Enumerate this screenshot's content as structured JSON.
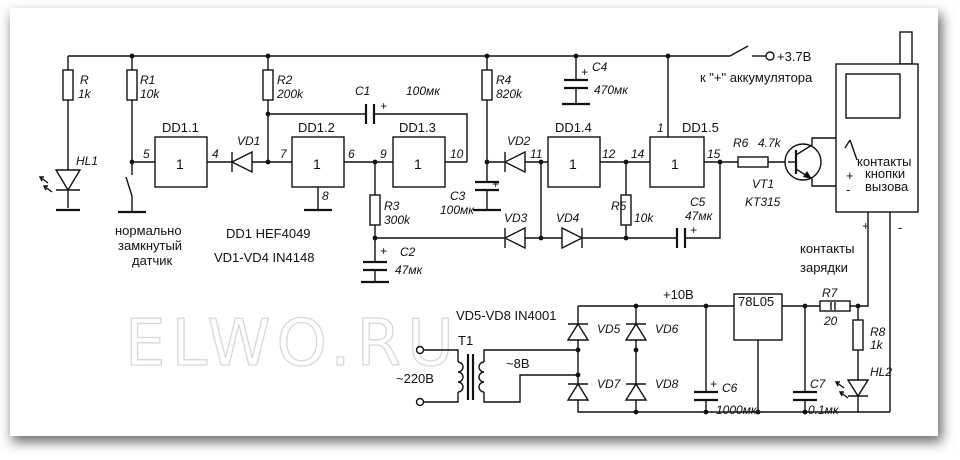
{
  "watermark": "ELWO.RU",
  "supply": {
    "voltage": "+3.7B",
    "battery_note": "к \"+\" аккумулятора"
  },
  "chips": {
    "dd1": "DD1 HEF4049",
    "diodes": "VD1-VD4 IN4148"
  },
  "sensor": {
    "line1": "нормально",
    "line2": "замкнутый",
    "line3": "датчик"
  },
  "gates": [
    {
      "id": "DD1.1",
      "symbol": "1",
      "pin_in": "5",
      "pin_out": "4"
    },
    {
      "id": "DD1.2",
      "symbol": "1",
      "pin_in": "7",
      "pin_out": "6",
      "pin_gnd": "8"
    },
    {
      "id": "DD1.3",
      "symbol": "1",
      "pin_in": "9",
      "pin_out": "10"
    },
    {
      "id": "DD1.4",
      "symbol": "1",
      "pin_in": "11",
      "pin_out": "12"
    },
    {
      "id": "DD1.5",
      "symbol": "1",
      "pin_in": "14",
      "pin_out": "15",
      "pin_vcc": "1"
    }
  ],
  "resistors": [
    {
      "name": "R",
      "value": "1k"
    },
    {
      "name": "R1",
      "value": "10k"
    },
    {
      "name": "R2",
      "value": "200k"
    },
    {
      "name": "R3",
      "value": "300k"
    },
    {
      "name": "R4",
      "value": "820k"
    },
    {
      "name": "R5",
      "value": "10k"
    },
    {
      "name": "R6",
      "value": "4.7k"
    },
    {
      "name": "R7",
      "value": "20"
    },
    {
      "name": "R8",
      "value": "1k"
    }
  ],
  "capacitors": [
    {
      "name": "C1",
      "value": "100мк"
    },
    {
      "name": "C2",
      "value": "47мк"
    },
    {
      "name": "C3",
      "value": "100мк"
    },
    {
      "name": "C4",
      "value": "470мк"
    },
    {
      "name": "C5",
      "value": "47мк"
    },
    {
      "name": "C6",
      "value": "1000мк"
    },
    {
      "name": "C7",
      "value": "0.1мк"
    }
  ],
  "diodes": [
    "VD1",
    "VD2",
    "VD3",
    "VD4",
    "VD5",
    "VD6",
    "VD7",
    "VD8"
  ],
  "leds": [
    "HL1",
    "HL2"
  ],
  "transistor": {
    "name": "VT1",
    "type": "KT315"
  },
  "power": {
    "bridge": "VD5-VD8 IN4001",
    "transformer": "T1",
    "mains": "~220B",
    "secondary": "~8B",
    "rail": "+10B",
    "regulator": "78L05"
  },
  "phone": {
    "button_l1": "контакты",
    "button_l2": "кнопки",
    "button_l3": "вызова",
    "charge_l1": "контакты",
    "charge_l2": "зарядки",
    "plus": "+",
    "minus": "-"
  },
  "signs": {
    "plus": "+"
  }
}
